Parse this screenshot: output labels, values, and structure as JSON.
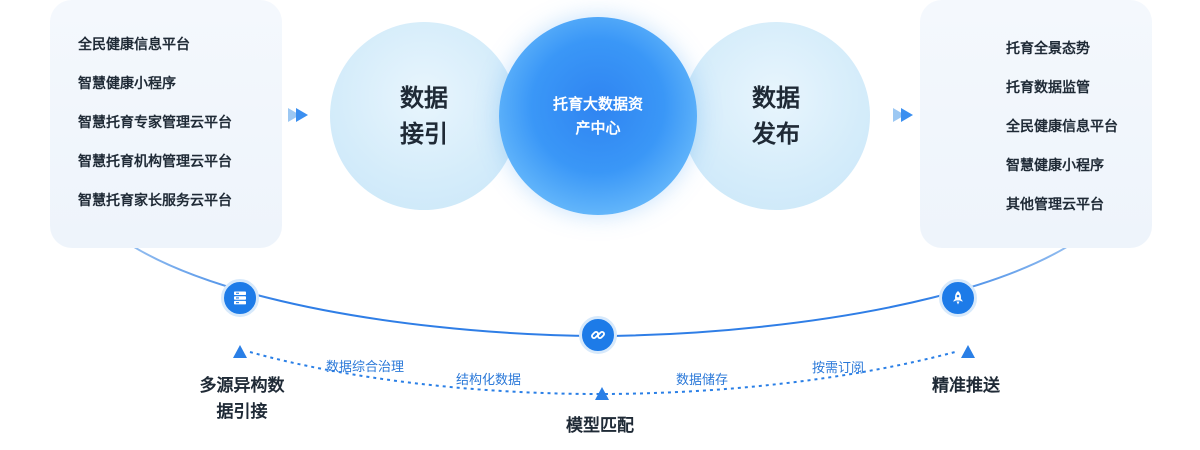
{
  "left_panel": {
    "items": [
      "全民健康信息平台",
      "智慧健康小程序",
      "智慧托育专家管理云平台",
      "智慧托育机构管理云平台",
      "智慧托育家长服务云平台"
    ]
  },
  "circles": {
    "ingest": "数据接引",
    "center": "托育大数据资产中心",
    "publish": "数据发布"
  },
  "right_panel": {
    "items": [
      "托育全景态势",
      "托育数据监管",
      "全民健康信息平台",
      "智慧健康小程序",
      "其他管理云平台"
    ]
  },
  "stages": {
    "multi_source": "多源异构数据引接",
    "model": "模型匹配",
    "push": "精准推送"
  },
  "flow_labels": [
    "数据综合治理",
    "结构化数据",
    "数据储存",
    "按需订阅"
  ],
  "icons": {
    "left_node": "server-icon",
    "center_node": "link-icon",
    "right_node": "rocket-icon"
  },
  "colors": {
    "accent": "#1d7be8",
    "center_gradient": "#3a97f7",
    "side_circle": "#d4ecfa",
    "flow_text": "#2a78d8"
  }
}
